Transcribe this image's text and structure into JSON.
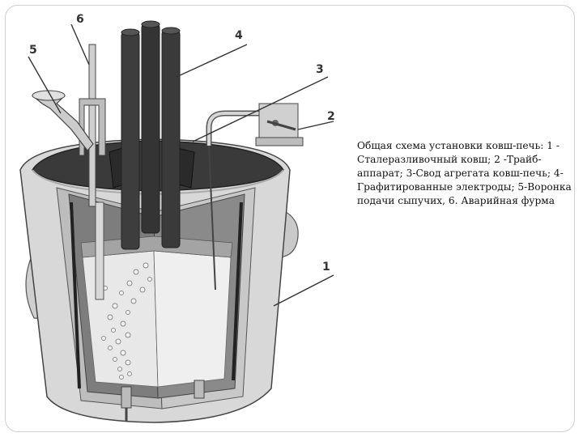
{
  "caption": "Общая схема установки ковш-печь: 1 - Сталеразливочный ковш; 2 -Трайб-аппарат; 3-Свод агрегата ковш-печь; 4-Графитированные электроды; 5-Воронка подачи сыпучих, 6. Аварийная фурма",
  "labels": {
    "l1": "1",
    "l2": "2",
    "l3": "3",
    "l4": "4",
    "l5": "5",
    "l6": "6"
  },
  "colors": {
    "shell": "#d6d6d6",
    "lining": "#808080",
    "roof": "#3c3c3c",
    "electrode": "#3a3a3a",
    "melt": "#e6e6e6"
  }
}
